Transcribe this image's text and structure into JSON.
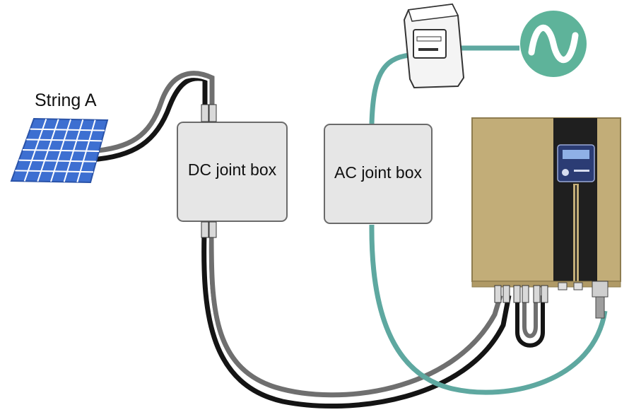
{
  "labels": {
    "string": "String A",
    "dc_box": "DC joint box",
    "ac_box": "AC joint box"
  },
  "colors": {
    "pv_cell": "#3d6fd1",
    "pv_grid": "#ffffff",
    "box_fill": "#e6e6e6",
    "box_stroke": "#6b6b6b",
    "dc_cable_dark": "#141414",
    "dc_cable_gray": "#6f6f6f",
    "ac_cable": "#5ea8a0",
    "grid_circle": "#5eb39a",
    "inverter_body": "#c2ad78",
    "inverter_panel": "#1f1f1f",
    "display": "#3a5aa5"
  },
  "icons": [
    "solar-panel-icon",
    "electricity-meter-icon",
    "ac-grid-sine-icon",
    "inverter-icon",
    "connector-icon"
  ]
}
